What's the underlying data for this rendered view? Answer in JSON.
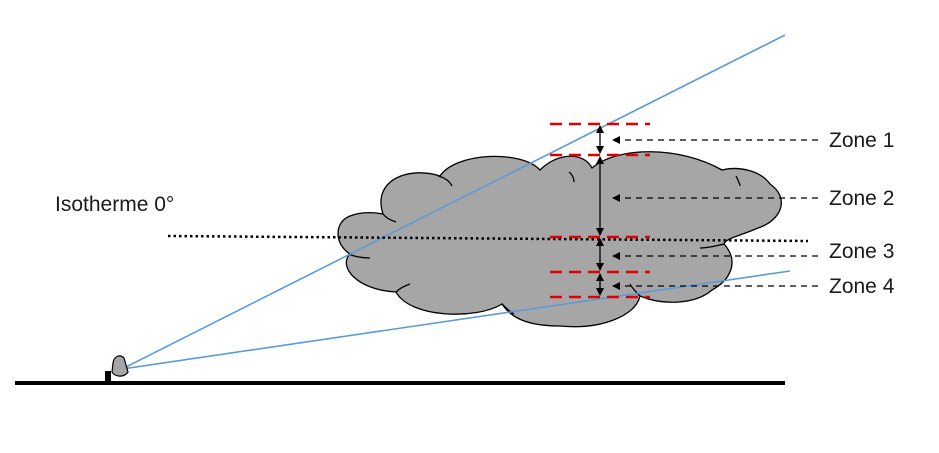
{
  "labels": {
    "isotherm": "Isotherme 0°",
    "zones": [
      "Zone 1",
      "Zone 2",
      "Zone 3",
      "Zone 4"
    ]
  },
  "colors": {
    "beam": "#5b9bd5",
    "cloud_fill": "#a6a6a6",
    "cloud_stroke": "#000000",
    "zone_boundary": "#e00000",
    "ground": "#000000",
    "radar": "#a6a6a6"
  },
  "icons": {
    "radar": "radar-dish-icon"
  }
}
